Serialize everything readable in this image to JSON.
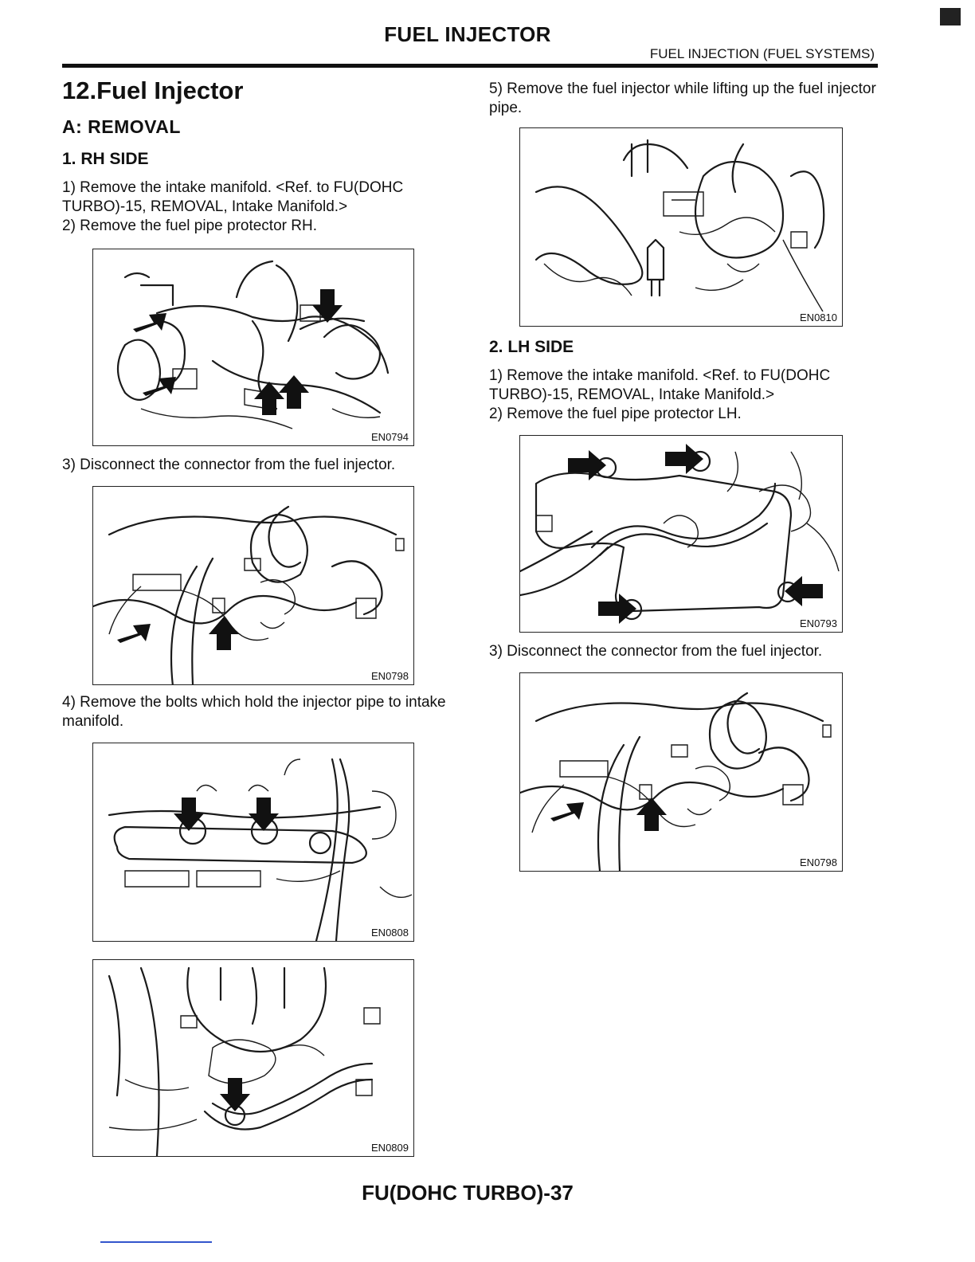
{
  "header": {
    "title": "FUEL INJECTOR",
    "section": "FUEL INJECTION (FUEL SYSTEMS)"
  },
  "main": {
    "heading": "12.Fuel Injector",
    "subheading": "A: REMOVAL",
    "rh": {
      "title": "1. RH SIDE",
      "step1": "1) Remove the intake manifold. <Ref. to FU(DOHC TURBO)-15, REMOVAL, Intake Manifold.>",
      "step2": "2) Remove the fuel pipe protector RH.",
      "step3": "3) Disconnect the connector from the fuel injector.",
      "step4": "4) Remove the bolts which hold the injector pipe to intake manifold.",
      "step5": "5) Remove the fuel injector while lifting up the fuel injector pipe."
    },
    "lh": {
      "title": "2. LH SIDE",
      "step1": "1) Remove the intake manifold. <Ref. to FU(DOHC TURBO)-15, REMOVAL, Intake Manifold.>",
      "step2": "2) Remove the fuel pipe protector LH.",
      "step3": "3) Disconnect the connector from the fuel injector."
    }
  },
  "figures": {
    "rh_protector": "EN0794",
    "rh_connector": "EN0798",
    "rh_bolts": "EN0808",
    "rh_bolt2": "EN0809",
    "rh_remove": "EN0810",
    "lh_protector": "EN0793",
    "lh_connector": "EN0798"
  },
  "footer": {
    "page": "FU(DOHC TURBO)-37"
  }
}
